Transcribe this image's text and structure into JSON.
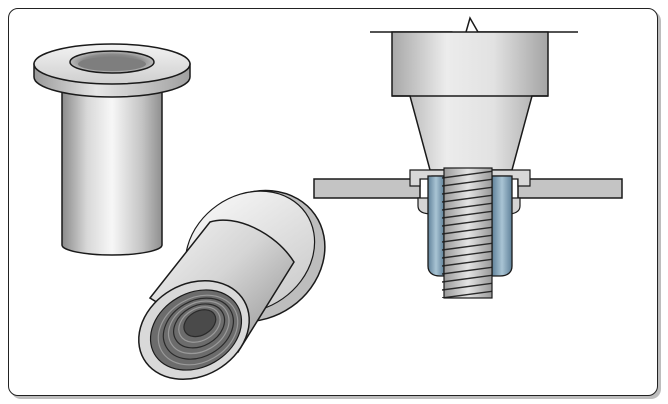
{
  "figure": {
    "components": [
      "rivnut-closed-end",
      "rivnut-open-end-threaded",
      "rivnut-installed-cross-section"
    ]
  },
  "colors": {
    "metal_light": "#f4f4f4",
    "metal_mid": "#c9c9c9",
    "metal_dark": "#7a7a7a",
    "bore_dark": "#5a5a5a",
    "sleeve_blue": "#8fb0c4",
    "sleeve_blue_dark": "#4d7189",
    "outline": "#1a1a1a",
    "plate": "#bfbfbf"
  }
}
